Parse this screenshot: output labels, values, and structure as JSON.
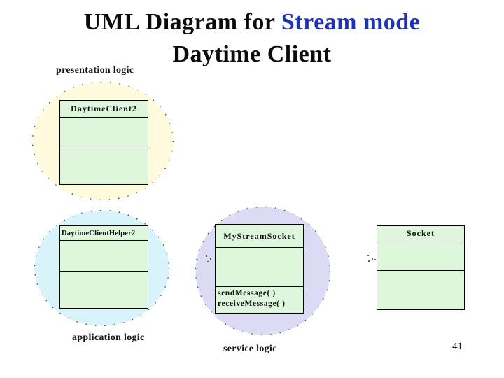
{
  "slide": {
    "page_number": "41",
    "title": {
      "part1": "UML Diagram for",
      "part2_accent": "Stream mode",
      "line2": "Daytime Client",
      "accent_color": "#1e32b4",
      "text_color": "#0b0b0b"
    },
    "zones": [
      {
        "id": "presentation",
        "label": "presentation logic",
        "fill": "#fffbdc"
      },
      {
        "id": "application",
        "label": "application logic",
        "fill": "#d9f3fb"
      },
      {
        "id": "service",
        "label": "service logic",
        "fill": "#dbdbf5"
      }
    ],
    "uml_classes": [
      {
        "name": "DaytimeClient2",
        "attributes": [],
        "operations": []
      },
      {
        "name": "DaytimeClientHelper2",
        "attributes": [],
        "operations": []
      },
      {
        "name": "MyStreamSocket",
        "attributes": [],
        "operations": [
          "sendMessage( )",
          "receiveMessage( )"
        ]
      },
      {
        "name": "Socket",
        "attributes": [],
        "operations": []
      }
    ],
    "class_style": {
      "fill": "#ddf6dc",
      "border": "#000000"
    }
  }
}
